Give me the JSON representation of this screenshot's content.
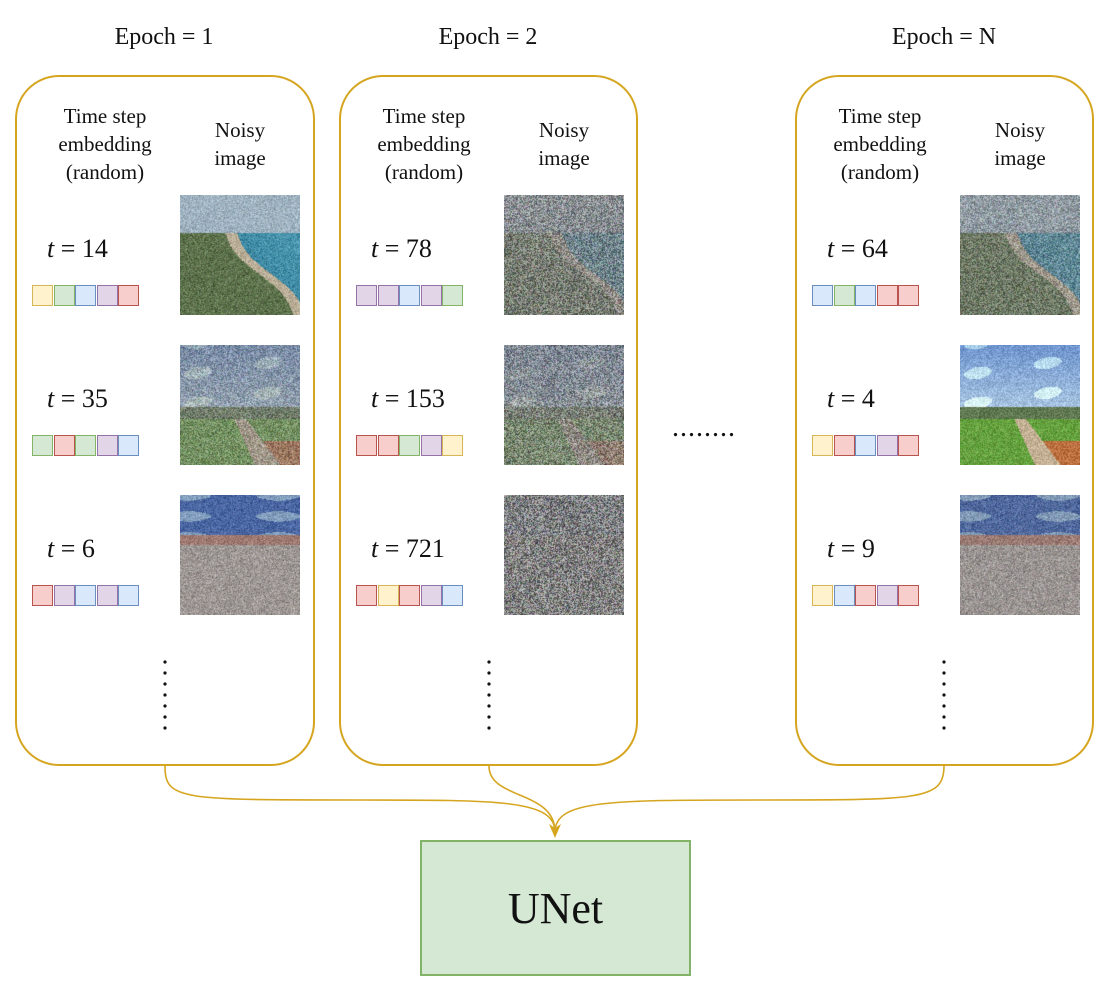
{
  "colors": {
    "panel_border": "#d6a520",
    "arrow": "#d6a520",
    "unet_fill": "#d5e8d4",
    "unet_border": "#82b366"
  },
  "palette": {
    "Y": {
      "fill": "#fff2cc",
      "stroke": "#d6b656"
    },
    "G": {
      "fill": "#d5e8d4",
      "stroke": "#82b366"
    },
    "B": {
      "fill": "#dae8fc",
      "stroke": "#6c8ebf"
    },
    "P": {
      "fill": "#e1d5e7",
      "stroke": "#9673a6"
    },
    "R": {
      "fill": "#f8cecc",
      "stroke": "#b85450"
    }
  },
  "epochs": [
    {
      "title": "Epoch = 1",
      "col_embed": "Time step\nembedding\n(random)",
      "col_image": "Noisy\nimage",
      "rows": [
        {
          "t_var": "t",
          "t_eq": " = 14",
          "embedding": [
            "Y",
            "G",
            "B",
            "P",
            "R"
          ],
          "image": "coast",
          "noise": 0.25
        },
        {
          "t_var": "t",
          "t_eq": " = 35",
          "embedding": [
            "G",
            "R",
            "G",
            "P",
            "B"
          ],
          "image": "meadow",
          "noise": 0.55
        },
        {
          "t_var": "t",
          "t_eq": " = 6",
          "embedding": [
            "R",
            "P",
            "B",
            "P",
            "B"
          ],
          "image": "field",
          "noise": 0.2
        }
      ]
    },
    {
      "title": "Epoch = 2",
      "col_embed": "Time step\nembedding\n(random)",
      "col_image": "Noisy\nimage",
      "rows": [
        {
          "t_var": "t",
          "t_eq": " = 78",
          "embedding": [
            "P",
            "P",
            "B",
            "P",
            "G"
          ],
          "image": "coast",
          "noise": 0.8
        },
        {
          "t_var": "t",
          "t_eq": " = 153",
          "embedding": [
            "R",
            "R",
            "G",
            "P",
            "Y"
          ],
          "image": "meadow",
          "noise": 0.78
        },
        {
          "t_var": "t",
          "t_eq": " = 721",
          "embedding": [
            "R",
            "Y",
            "R",
            "P",
            "B"
          ],
          "image": "field",
          "noise": 0.95
        }
      ]
    },
    {
      "title": "Epoch = N",
      "col_embed": "Time step\nembedding\n(random)",
      "col_image": "Noisy\nimage",
      "rows": [
        {
          "t_var": "t",
          "t_eq": " = 64",
          "embedding": [
            "B",
            "G",
            "B",
            "R",
            "R"
          ],
          "image": "coast",
          "noise": 0.6
        },
        {
          "t_var": "t",
          "t_eq": " = 4",
          "embedding": [
            "Y",
            "R",
            "B",
            "P",
            "R"
          ],
          "image": "meadow",
          "noise": 0.05
        },
        {
          "t_var": "t",
          "t_eq": " = 9",
          "embedding": [
            "Y",
            "B",
            "R",
            "P",
            "R"
          ],
          "image": "field",
          "noise": 0.3
        }
      ]
    }
  ],
  "between_dots": "........",
  "unet_label": "UNet"
}
